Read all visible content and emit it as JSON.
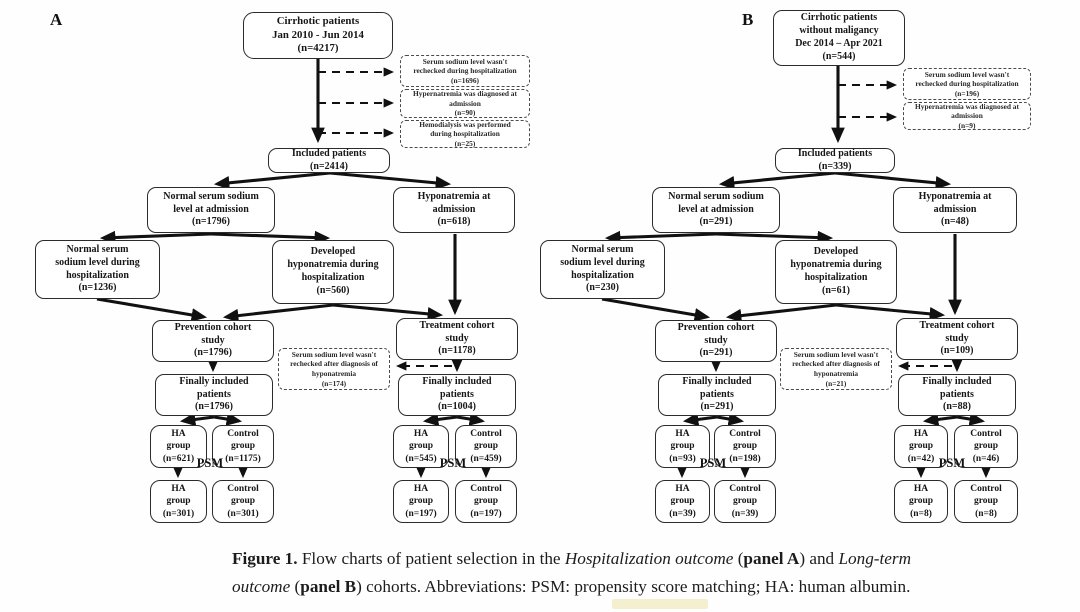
{
  "panelA": {
    "label": "A",
    "top": "Cirrhotic patients\nJan 2010 - Jun 2014\n(n=4217)",
    "excl1": "Serum sodium level wasn't\nrechecked during hospitalization\n(n=1696)",
    "excl2": "Hypernatremia was diagnosed at\nadmission\n(n=90)",
    "excl3": "Hemodialysis was performed\nduring hospitalization\n(n=25)",
    "included": "Included patients\n(n=2414)",
    "normal_adm": "Normal serum sodium\nlevel at admission\n(n=1796)",
    "hypo_adm": "Hyponatremia at\nadmission\n(n=618)",
    "normal_hosp": "Normal serum\nsodium level during\nhospitalization\n(n=1236)",
    "developed": "Developed\nhyponatremia during\nhospitalization\n(n=560)",
    "prevention": "Prevention cohort\nstudy\n(n=1796)",
    "treatment": "Treatment cohort\nstudy\n(n=1178)",
    "excl4": "Serum sodium level wasn't\nrechecked after diagnosis of\nhyponatremia\n(n=174)",
    "finally_prev": "Finally included\npatients\n(n=1796)",
    "finally_treat": "Finally included\npatients\n(n=1004)",
    "prev_ha": "HA\ngroup\n(n=621)",
    "prev_ctrl": "Control\ngroup\n(n=1175)",
    "prev_ha_psm": "HA\ngroup\n(n=301)",
    "prev_ctrl_psm": "Control\ngroup\n(n=301)",
    "treat_ha": "HA\ngroup\n(n=545)",
    "treat_ctrl": "Control\ngroup\n(n=459)",
    "treat_ha_psm": "HA\ngroup\n(n=197)",
    "treat_ctrl_psm": "Control\ngroup\n(n=197)",
    "psm": "PSM"
  },
  "panelB": {
    "label": "B",
    "top": "Cirrhotic patients\nwithout maligancy\nDec 2014 – Apr 2021\n(n=544)",
    "excl1": "Serum sodium level wasn't\nrechecked during hospitalization\n(n=196)",
    "excl2": "Hypernatremia was diagnosed at\nadmission\n(n=9)",
    "included": "Included patients\n(n=339)",
    "normal_adm": "Normal serum sodium\nlevel at admission\n(n=291)",
    "hypo_adm": "Hyponatremia at\nadmission\n(n=48)",
    "normal_hosp": "Normal serum\nsodium level during\nhospitalization\n(n=230)",
    "developed": "Developed\nhyponatremia during\nhospitalization\n(n=61)",
    "prevention": "Prevention cohort\nstudy\n(n=291)",
    "treatment": "Treatment cohort\nstudy\n(n=109)",
    "excl4": "Serum sodium level wasn't\nrechecked after diagnosis of\nhyponatremia\n(n=21)",
    "finally_prev": "Finally included\npatients\n(n=291)",
    "finally_treat": "Finally included\npatients\n(n=88)",
    "prev_ha": "HA\ngroup\n(n=93)",
    "prev_ctrl": "Control\ngroup\n(n=198)",
    "prev_ha_psm": "HA\ngroup\n(n=39)",
    "prev_ctrl_psm": "Control\ngroup\n(n=39)",
    "treat_ha": "HA\ngroup\n(n=42)",
    "treat_ctrl": "Control\ngroup\n(n=46)",
    "treat_ha_psm": "HA\ngroup\n(n=8)",
    "treat_ctrl_psm": "Control\ngroup\n(n=8)",
    "psm": "PSM"
  },
  "caption": {
    "line1": {
      "fig": "Figure 1.",
      "t1": " Flow charts of patient selection in the ",
      "i1": "Hospitalization outcome",
      "t2": " (",
      "b1": "panel A",
      "t3": ") and ",
      "i2": "Long-term"
    },
    "line2": {
      "i1": "outcome",
      "t1": " (",
      "b1": "panel B",
      "t2": ") cohorts. Abbreviations: PSM: propensity score matching; HA: human albumin."
    }
  }
}
